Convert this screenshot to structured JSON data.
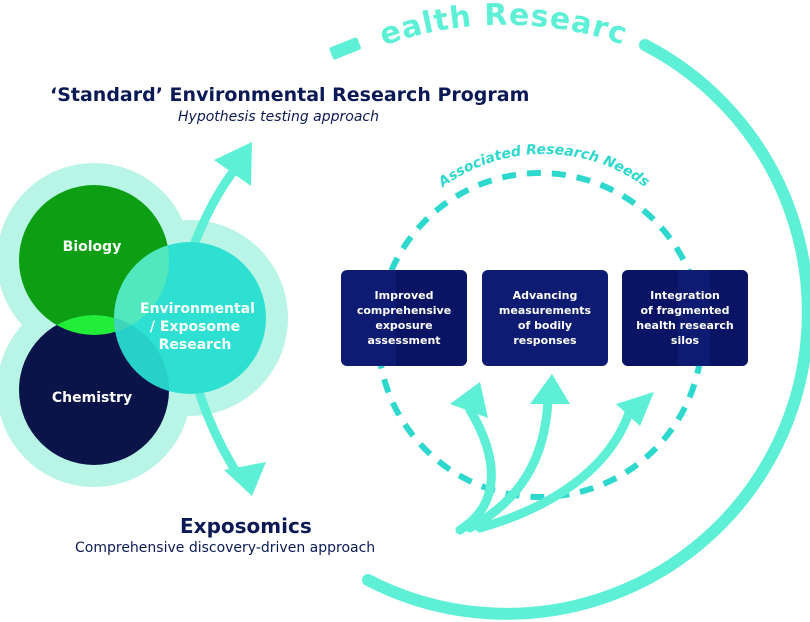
{
  "headings": {
    "standard_title": "‘Standard’ Environmental Research Program",
    "standard_subtitle": "Hypothesis testing approach",
    "exposomics_title": "Exposomics",
    "exposomics_subtitle": "Comprehensive discovery-driven approach"
  },
  "arc_labels": {
    "health_research": "Health Research",
    "associated_needs": "Associated Research Needs"
  },
  "circles": {
    "biology": "Biology",
    "chemistry": "Chemistry",
    "environmental": [
      "Environmental",
      "/ Exposome",
      "Research"
    ]
  },
  "boxes": [
    {
      "lines": [
        "Improved",
        "comprehensive",
        "exposure",
        "assessment"
      ]
    },
    {
      "lines": [
        "Advancing",
        "measurements",
        "of bodily",
        "responses"
      ]
    },
    {
      "lines": [
        "Integration",
        "of fragmented",
        "health research",
        "silos"
      ]
    }
  ],
  "colors": {
    "teal": "#5ef0d6",
    "teal_light": "#b9f5e6",
    "green": "#0c9f14",
    "green_bright": "#22ee3a",
    "navy": "#0a1448",
    "cyan": "#2ee0d2",
    "box": "#0d1b73"
  }
}
